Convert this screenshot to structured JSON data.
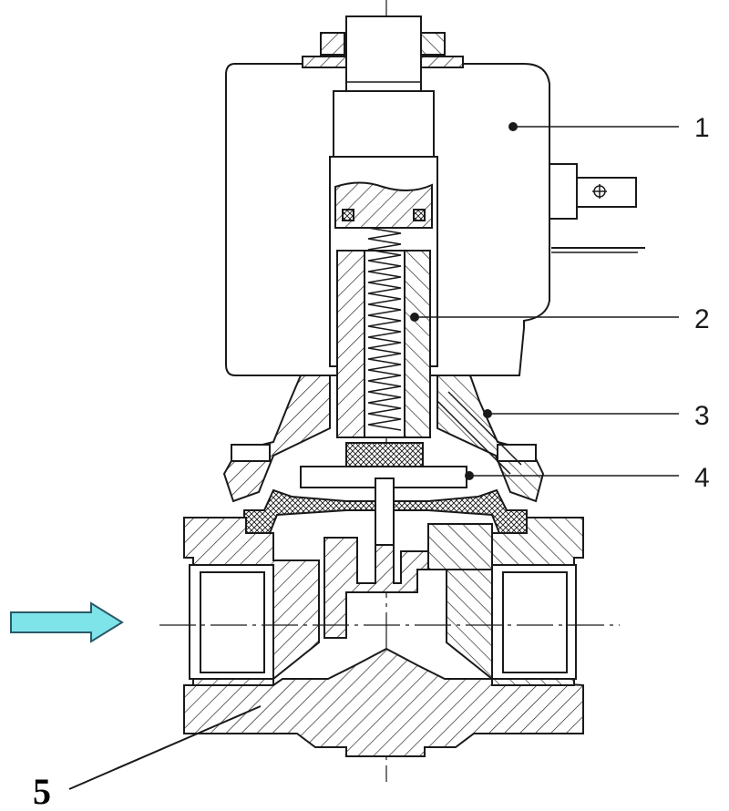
{
  "labels": {
    "coil": "1",
    "armature_tube": "2",
    "bonnet": "3",
    "diaphragm": "4",
    "body": "5"
  },
  "colors": {
    "line": "#1a1a1a",
    "flow_arrow_fill": "#7fe3ea",
    "flow_arrow_stroke": "#2a5a66"
  }
}
